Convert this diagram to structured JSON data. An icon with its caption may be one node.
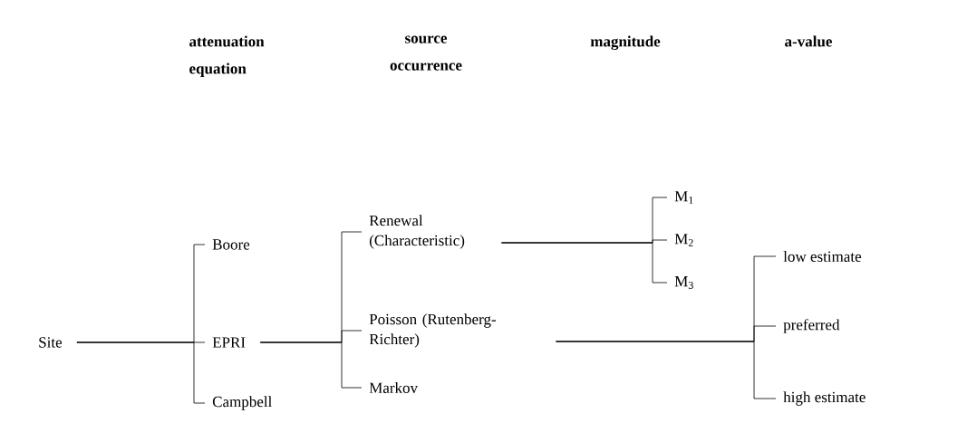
{
  "diagram": {
    "nodes": [
      {
        "text": [
          "Site"
        ]
      },
      {
        "text": [
          "Boore"
        ]
      },
      {
        "text": [
          "EPRI"
        ]
      },
      {
        "text": [
          "Campbell"
        ]
      },
      {
        "text": [
          "Renewal (Characteristic)"
        ]
      },
      {
        "text": [
          "Poisson (Rutenberg-Richter)"
        ]
      },
      {
        "text": [
          "Markov"
        ]
      },
      {
        "text": [
          "M$_{1}$"
        ]
      },
      {
        "text": [
          "M$_{2}$"
        ]
      },
      {
        "text": [
          "M$_{3}$"
        ]
      },
      {
        "text": [
          "low estimate"
        ]
      },
      {
        "text": [
          "preferred"
        ]
      },
      {
        "text": [
          "high estimate"
        ]
      }
    ],
    "edges": [
      {
        "from": 0,
        "to": 1,
        "arrow": "none"
      },
      {
        "from": 0,
        "to": 2,
        "arrow": "none"
      },
      {
        "from": 0,
        "to": 3,
        "arrow": "none"
      },
      {
        "from": 2,
        "to": 4,
        "arrow": "none"
      },
      {
        "from": 2,
        "to": 5,
        "arrow": "none"
      },
      {
        "from": 2,
        "to": 6,
        "arrow": "none"
      },
      {
        "from": 4,
        "to": 7,
        "arrow": "none"
      },
      {
        "from": 4,
        "to": 8,
        "arrow": "none"
      },
      {
        "from": 4,
        "to": 9,
        "arrow": "none"
      },
      {
        "from": 5,
        "to": 10,
        "arrow": "none"
      },
      {
        "from": 5,
        "to": 11,
        "arrow": "none"
      },
      {
        "from": 5,
        "to": 12,
        "arrow": "none"
      }
    ],
    "labels": [
      "attenuation equation",
      "source occurrence",
      "magnitude",
      "a-value"
    ]
  }
}
